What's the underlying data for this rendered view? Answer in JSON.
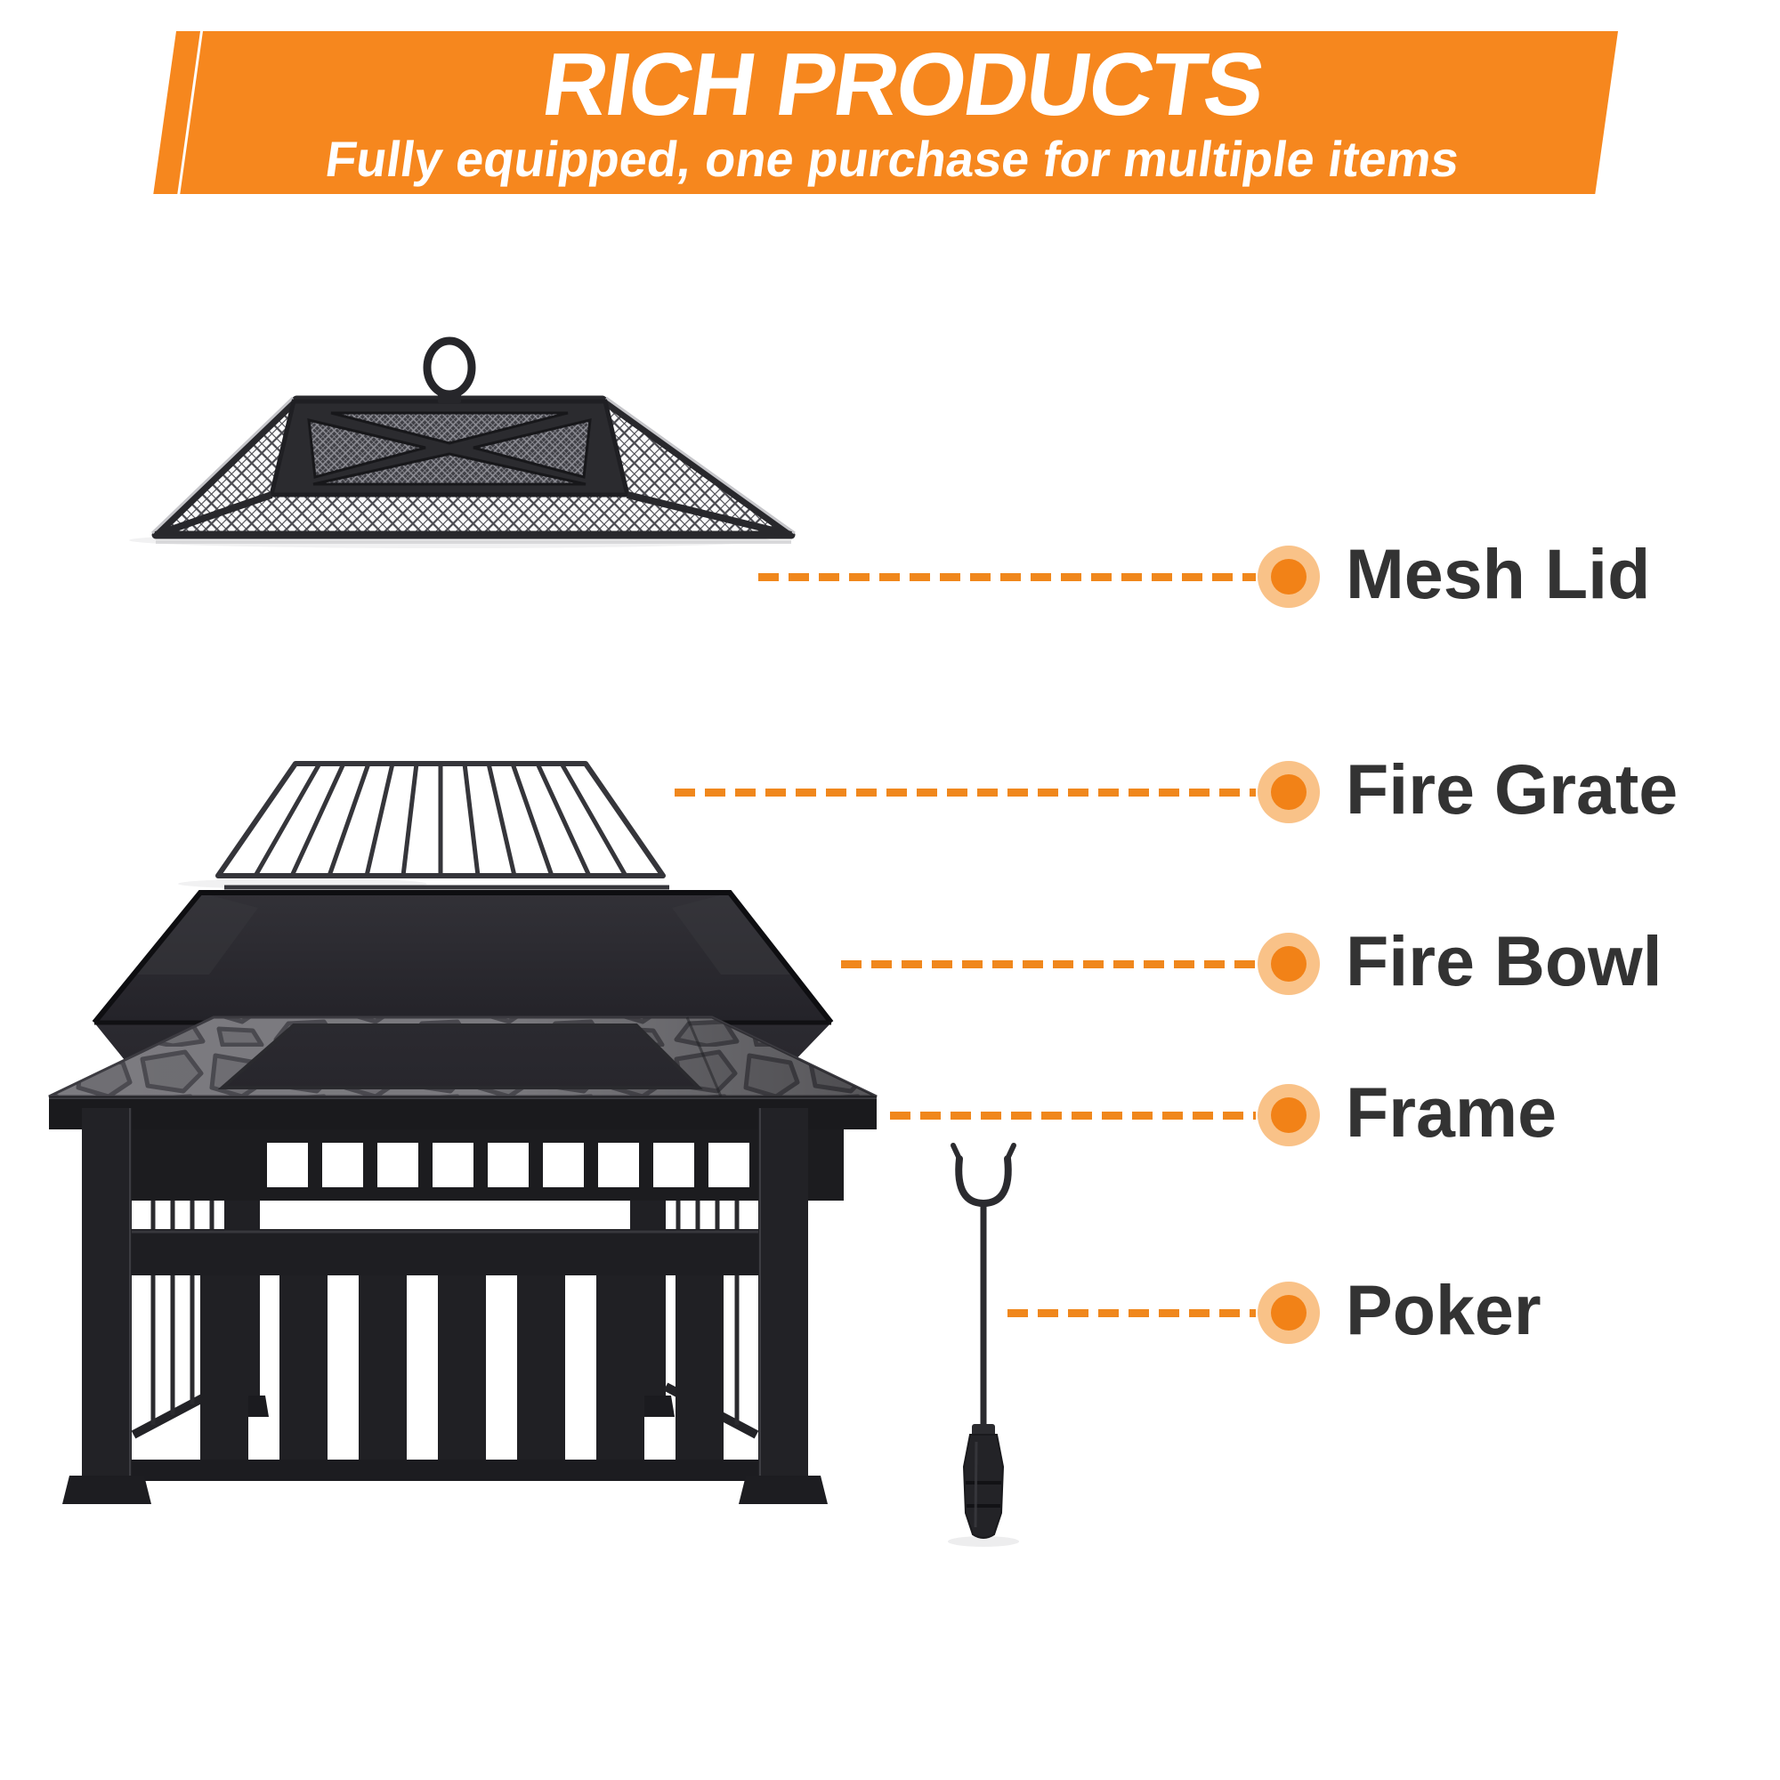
{
  "banner": {
    "title": "RICH PRODUCTS",
    "subtitle": "Fully equipped, one purchase for multiple items",
    "bg_color": "#F6871E",
    "text_color": "#FFFFFF"
  },
  "callouts": [
    {
      "label": "Mesh Lid"
    },
    {
      "label": "Fire Grate"
    },
    {
      "label": "Fire Bowl"
    },
    {
      "label": "Frame"
    },
    {
      "label": "Poker"
    }
  ],
  "illustrations": [
    "mesh-lid",
    "fire-grate",
    "fire-bowl",
    "frame-table",
    "poker"
  ],
  "colors": {
    "accent_orange": "#F6871E",
    "dash_orange": "#F0871C",
    "bullet_outer": "#F9C288",
    "bullet_inner": "#F28217",
    "label_text": "#333333",
    "product_black": "#222226",
    "tabletop_gray": "#7C7B80"
  }
}
